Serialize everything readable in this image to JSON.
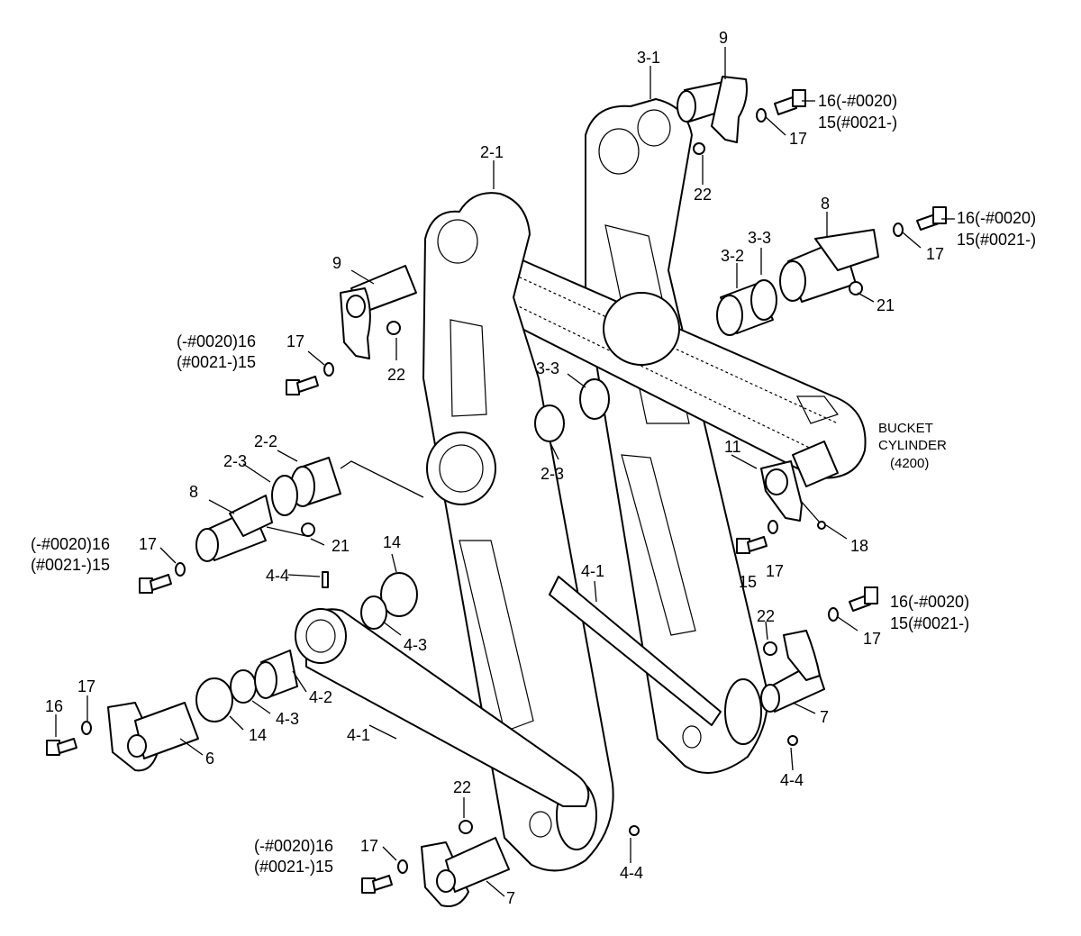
{
  "callouts": {
    "c9_top": "9",
    "c3_1": "3-1",
    "c16_top": "16(-#0020)",
    "c15_top": "15(#0021-)",
    "c17_top": "17",
    "c22_top": "22",
    "c2_1": "2-1",
    "c8_right": "8",
    "c16_r2": "16(-#0020)",
    "c15_r2": "15(#0021-)",
    "c3_2": "3-2",
    "c3_3a": "3-3",
    "c17_r2": "17",
    "c21_right": "21",
    "c9_left": "9",
    "c16_left": "(-#0020)16",
    "c15_left": "(#0021-)15",
    "c17_left": "17",
    "c22_left": "22",
    "c3_3b": "3-3",
    "bucket_1": "BUCKET",
    "bucket_2": "CYLINDER",
    "bucket_3": "(4200)",
    "c2_2": "2-2",
    "c2_3a": "2-3",
    "c2_3b": "2-3",
    "c11": "11",
    "c8_left": "8",
    "c16_l2": "(-#0020)16",
    "c15_l2": "(#0021-)15",
    "c17_l2": "17",
    "c21_left": "21",
    "c18": "18",
    "c15_mid": "15",
    "c17_mid": "17",
    "c14_top": "14",
    "c4_4_top": "4-4",
    "c4_1_mid": "4-1",
    "c4_3_top": "4-3",
    "c16_r3": "16(-#0020)",
    "c15_r3": "15(#0021-)",
    "c22_mid": "22",
    "c17_r3": "17",
    "c4_2": "4-2",
    "c16_bl": "16",
    "c17_bl": "17",
    "c4_3_bot": "4-3",
    "c14_bot": "14",
    "c4_1_bot": "4-1",
    "c7_right": "7",
    "c6": "6",
    "c4_4_right": "4-4",
    "c22_bot": "22",
    "c16_bot": "(-#0020)16",
    "c15_bot": "(#0021-)15",
    "c17_bot": "17",
    "c4_4_bot": "4-4",
    "c7_bot": "7"
  }
}
